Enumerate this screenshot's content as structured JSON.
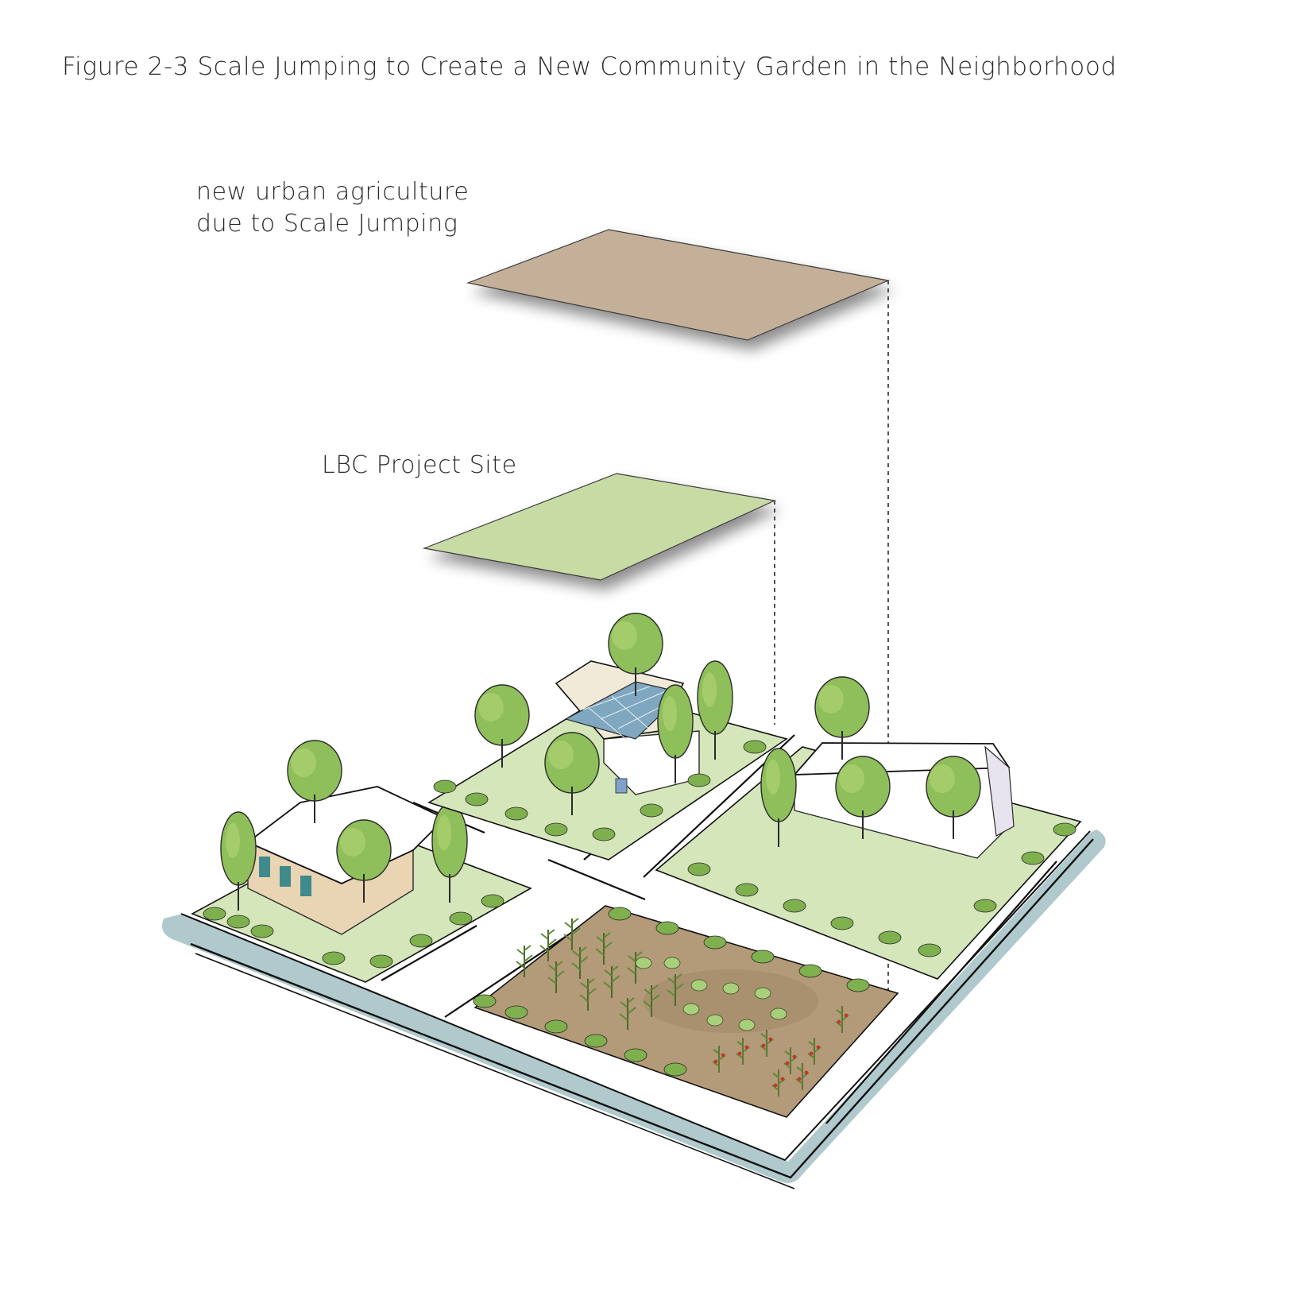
{
  "figure": {
    "title": "Figure 2-3  Scale Jumping to Create a New Community Garden in the Neighborhood"
  },
  "labels": {
    "urban_agriculture_line1": "new urban agriculture",
    "urban_agriculture_line2": "due to Scale Jumping",
    "project_site": "LBC Project Site"
  },
  "colors": {
    "urban_agriculture_plane": "#c4b099",
    "project_site_plane": "#c8dba5",
    "base_edge": "#a7c3c6",
    "lawn": "#d5e6bb",
    "tree_green": "#8fbf5a",
    "soil": "#b39a78",
    "solar_panel": "#7fa7bf"
  },
  "icons": {
    "trees": "tree-icon",
    "houses": "house-icon",
    "crops": "crop-icon"
  }
}
